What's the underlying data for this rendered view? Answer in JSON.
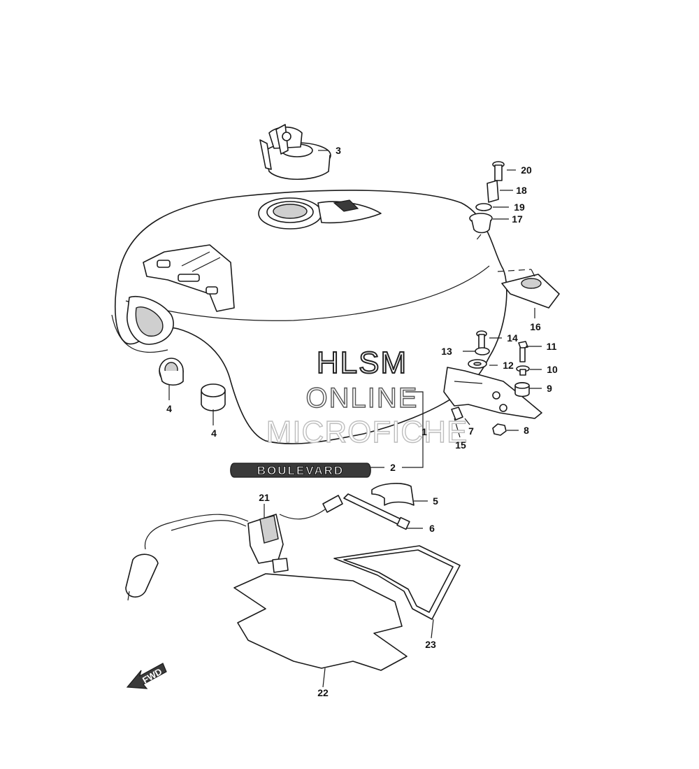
{
  "watermark": {
    "line1": "HLSM",
    "line2": "ONLINE",
    "line3": "MICROFICHE"
  },
  "badge_text": "BOULEVARD",
  "fwd_label": "FWD",
  "callouts": {
    "c1": "1",
    "c2": "2",
    "c3": "3",
    "c4a": "4",
    "c4b": "4",
    "c5": "5",
    "c6": "6",
    "c7": "7",
    "c8": "8",
    "c9": "9",
    "c10": "10",
    "c11": "11",
    "c12": "12",
    "c13": "13",
    "c14": "14",
    "c15": "15",
    "c16": "16",
    "c17": "17",
    "c18": "18",
    "c19": "19",
    "c20": "20",
    "c21": "21",
    "c22": "22",
    "c23": "23"
  }
}
